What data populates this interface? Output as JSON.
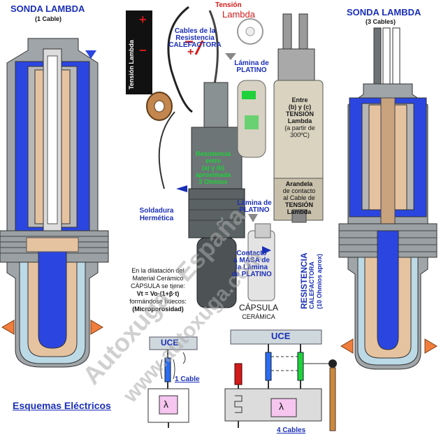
{
  "left_sensor": {
    "title": "SONDA LAMBDA",
    "subtitle": "(1 Cable)"
  },
  "right_sensor": {
    "title": "SONDA LAMBDA",
    "subtitle": "(3 Cables)"
  },
  "tension_box": {
    "label": "Tensión Lambda",
    "plus": "+",
    "minus": "−"
  },
  "top_tension": {
    "line1": "Tensión",
    "line2": "Lambda"
  },
  "cables_resistencia": {
    "line1": "Cables de la",
    "line2": "Resistencia",
    "line3": "CALEFACTORA"
  },
  "lamina_platino_top": {
    "line1": "Lámina de",
    "line2": "PLATINO"
  },
  "entre": {
    "line1": "Entre",
    "line2": "(b) y (c)",
    "line3": "TENSIÓN",
    "line4": "Lambda",
    "line5": "(a partir de",
    "line6": "300ºC)"
  },
  "resistencia_entre": {
    "line1": "Resistencia",
    "line2": "entre",
    "line3": "(a) y (b)",
    "line4": "aproximada",
    "line5": "3 Ohmios"
  },
  "arandela": {
    "line1": "Arandela",
    "line2": "de contacto",
    "line3": "al Cable de",
    "line4": "TENSIÓN",
    "line5": "Lambda"
  },
  "soldadura": {
    "line1": "Soldadura",
    "line2": "Hermética"
  },
  "lamina_platino_mid": {
    "line1": "Lámina de",
    "line2": "PLATINO"
  },
  "contacto": {
    "line1": "Contacto",
    "line2": "a MASA de",
    "line3": "la Lámina",
    "line4": "de PLATINO"
  },
  "resistencia_calef": {
    "line1": "RESISTENCIA",
    "line2": "CALEFACTORA",
    "line3": "(10 Ohmios aprox)"
  },
  "dilatacion": {
    "line1": "En la dilatación del",
    "line2": "Material Cerámico",
    "line3": "CÁPSULA se tiene:",
    "line4": "Vt = Vo·(1+β·t)",
    "line5": "formándose huecos:",
    "line6": "(Microporosidad)"
  },
  "capsula": {
    "line1": "CÁPSULA",
    "line2": "CERÁMICA"
  },
  "esquema_1": {
    "uce": "UCE",
    "lambda": "λ",
    "label": "1 Cable"
  },
  "esquema_4": {
    "uce": "UCE",
    "lambda": "λ",
    "label": "4 Cables"
  },
  "esquemas_title": "Esquemas Eléctricos",
  "watermark": {
    "line1": "Autoxuga - España",
    "line2": "www.autoxuga.com"
  },
  "colors": {
    "blue": "#1a2fb8",
    "body_blue": "#2b46e0",
    "steel": "#8c9a9e",
    "ceramic": "#e8c9a8",
    "sensor_dark": "#5b6263",
    "red": "#d21a1a",
    "green": "#1fd13a",
    "orange": "#f07d3c"
  }
}
